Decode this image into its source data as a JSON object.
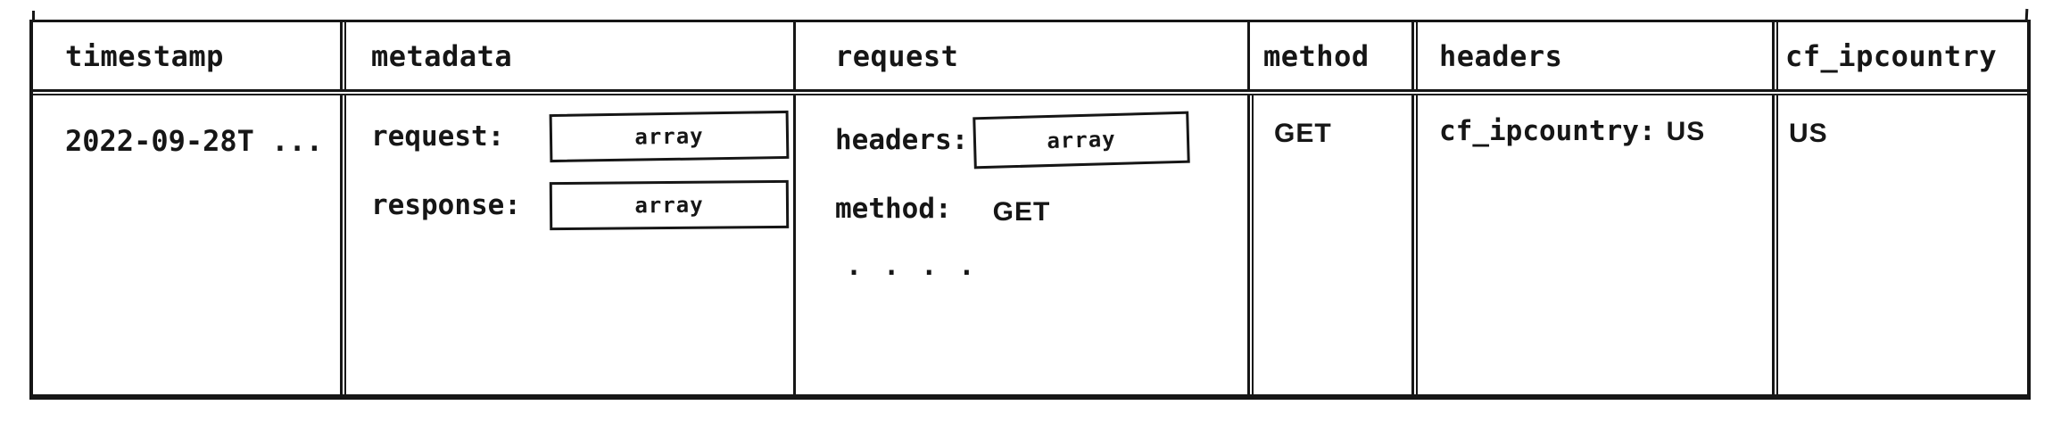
{
  "diagram": {
    "background": "#ffffff",
    "ink": "#161616",
    "table": {
      "columns": [
        {
          "label": "timestamp"
        },
        {
          "label": "metadata"
        },
        {
          "label": "request"
        },
        {
          "label": "method"
        },
        {
          "label": "headers"
        },
        {
          "label": "cf_ipcountry"
        }
      ],
      "row": {
        "timestamp": "2022-09-28T ...",
        "metadata": {
          "entries": [
            {
              "key": "request:",
              "value": "array"
            },
            {
              "key": "response:",
              "value": "array"
            }
          ]
        },
        "request": {
          "headers_key": "headers:",
          "headers_value": "array",
          "method_key": "method:",
          "method_value": "GET",
          "truncation_dots": ". . . ."
        },
        "method": "GET",
        "headers": {
          "key": "cf_ipcountry:",
          "value": "US"
        },
        "cf_ipcountry": "US"
      }
    }
  }
}
